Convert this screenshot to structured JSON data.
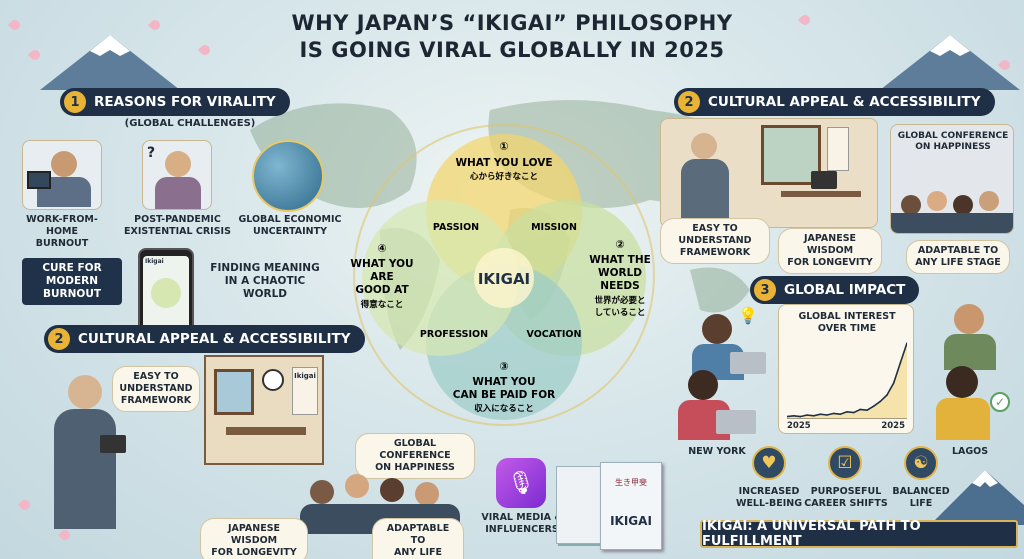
{
  "title": {
    "line1": "WHY JAPAN’S “IKIGAI” PHILOSOPHY",
    "line2": "IS GOING VIRAL GLOBALLY IN 2025"
  },
  "section1": {
    "number": "1",
    "heading": "REASONS FOR VIRALITY",
    "subheading": "(GLOBAL CHALLENGES)",
    "items": {
      "wfh": [
        "WORK-FROM-HOME",
        "BURNOUT"
      ],
      "postpandemic": [
        "POST-PANDEMIC",
        "EXISTENTIAL CRISIS"
      ],
      "economic": [
        "GLOBAL ECONOMIC",
        "UNCERTAINTY"
      ]
    },
    "cure": [
      "CURE FOR",
      "MODERN",
      "BURNOUT"
    ],
    "meaning": [
      "FINDING MEANING",
      "IN A CHAOTIC",
      "WORLD"
    ],
    "phone_app": "Ikigai"
  },
  "section2_top": {
    "number": "2",
    "heading": "CULTURAL APPEAL & ACCESSIBILITY",
    "easy": [
      "EASY TO UNDERSTAND",
      "FRAMEWORK"
    ],
    "wisdom": [
      "JAPANESE WISDOM",
      "FOR LONGEVITY"
    ],
    "conference": [
      "GLOBAL CONFERENCE",
      "ON HAPPINESS"
    ],
    "adaptable": [
      "ADAPTABLE TO",
      "ANY LIFE STAGE"
    ]
  },
  "section2_bottom": {
    "number": "2",
    "heading": "CULTURAL APPEAL & ACCESSIBILITY",
    "easy": [
      "EASY TO",
      "UNDERSTAND",
      "FRAMEWORK"
    ],
    "wisdom": [
      "JAPANESE WISDOM",
      "FOR LONGEVITY"
    ],
    "conference": [
      "GLOBAL CONFERENCE",
      "ON HAPPINESS"
    ],
    "adaptable": [
      "ADAPTABLE TO",
      "ANY LIFE STAGE"
    ],
    "scroll": "Ikigai"
  },
  "venn": {
    "center": "IKIGAI",
    "love": {
      "num": "①",
      "en": "WHAT YOU LOVE",
      "jp": "心から好きなこと"
    },
    "needs": {
      "num": "②",
      "en": [
        "WHAT THE",
        "WORLD",
        "NEEDS"
      ],
      "jp": [
        "世界が必要と",
        "していること"
      ]
    },
    "paid": {
      "num": "③",
      "en": [
        "WHAT YOU",
        "CAN BE PAID FOR"
      ],
      "jp": "収入になること"
    },
    "good": {
      "num": "④",
      "en": [
        "WHAT YOU",
        "ARE",
        "GOOD AT"
      ],
      "jp": "得意なこと"
    },
    "passion": "PASSION",
    "mission": "MISSION",
    "profession": "PROFESSION",
    "vocation": "VOCATION"
  },
  "section3": {
    "number": "3",
    "heading": "GLOBAL IMPACT",
    "chart_title": [
      "GLOBAL INTEREST",
      "OVER TIME"
    ],
    "chart_x_start": "2025",
    "chart_x_end": "2025",
    "new_york": "NEW YORK",
    "lagos": "LAGOS",
    "benefits": [
      {
        "label": [
          "INCREASED",
          "WELL-BEING"
        ],
        "icon": "heart-hand-icon"
      },
      {
        "label": [
          "PURPOSEFUL",
          "CAREER SHIFTS"
        ],
        "icon": "checklist-icon"
      },
      {
        "label": [
          "BALANCED",
          "LIFE"
        ],
        "icon": "meditation-icon"
      }
    ]
  },
  "media": {
    "label": [
      "VIRAL MEDIA &",
      "INFLUENCERS"
    ],
    "book": "IKIGAI",
    "book_jp": "生き甲斐"
  },
  "banner": "IKIGAI: A UNIVERSAL PATH TO FULFILLMENT",
  "chart_data": {
    "type": "area",
    "title": "GLOBAL INTEREST OVER TIME",
    "x_labels": [
      "2025",
      "2025"
    ],
    "values": [
      3,
      4,
      3,
      5,
      4,
      6,
      5,
      7,
      6,
      9,
      8,
      12,
      11,
      16,
      22,
      30,
      45,
      70,
      95
    ],
    "ylim": [
      0,
      100
    ]
  },
  "colors": {
    "navy": "#1f2f45",
    "gold": "#e9b436",
    "love": "#f2d66b",
    "needs": "#c7dfa0",
    "paid": "#9cccc8",
    "good": "#d6e7b0"
  }
}
